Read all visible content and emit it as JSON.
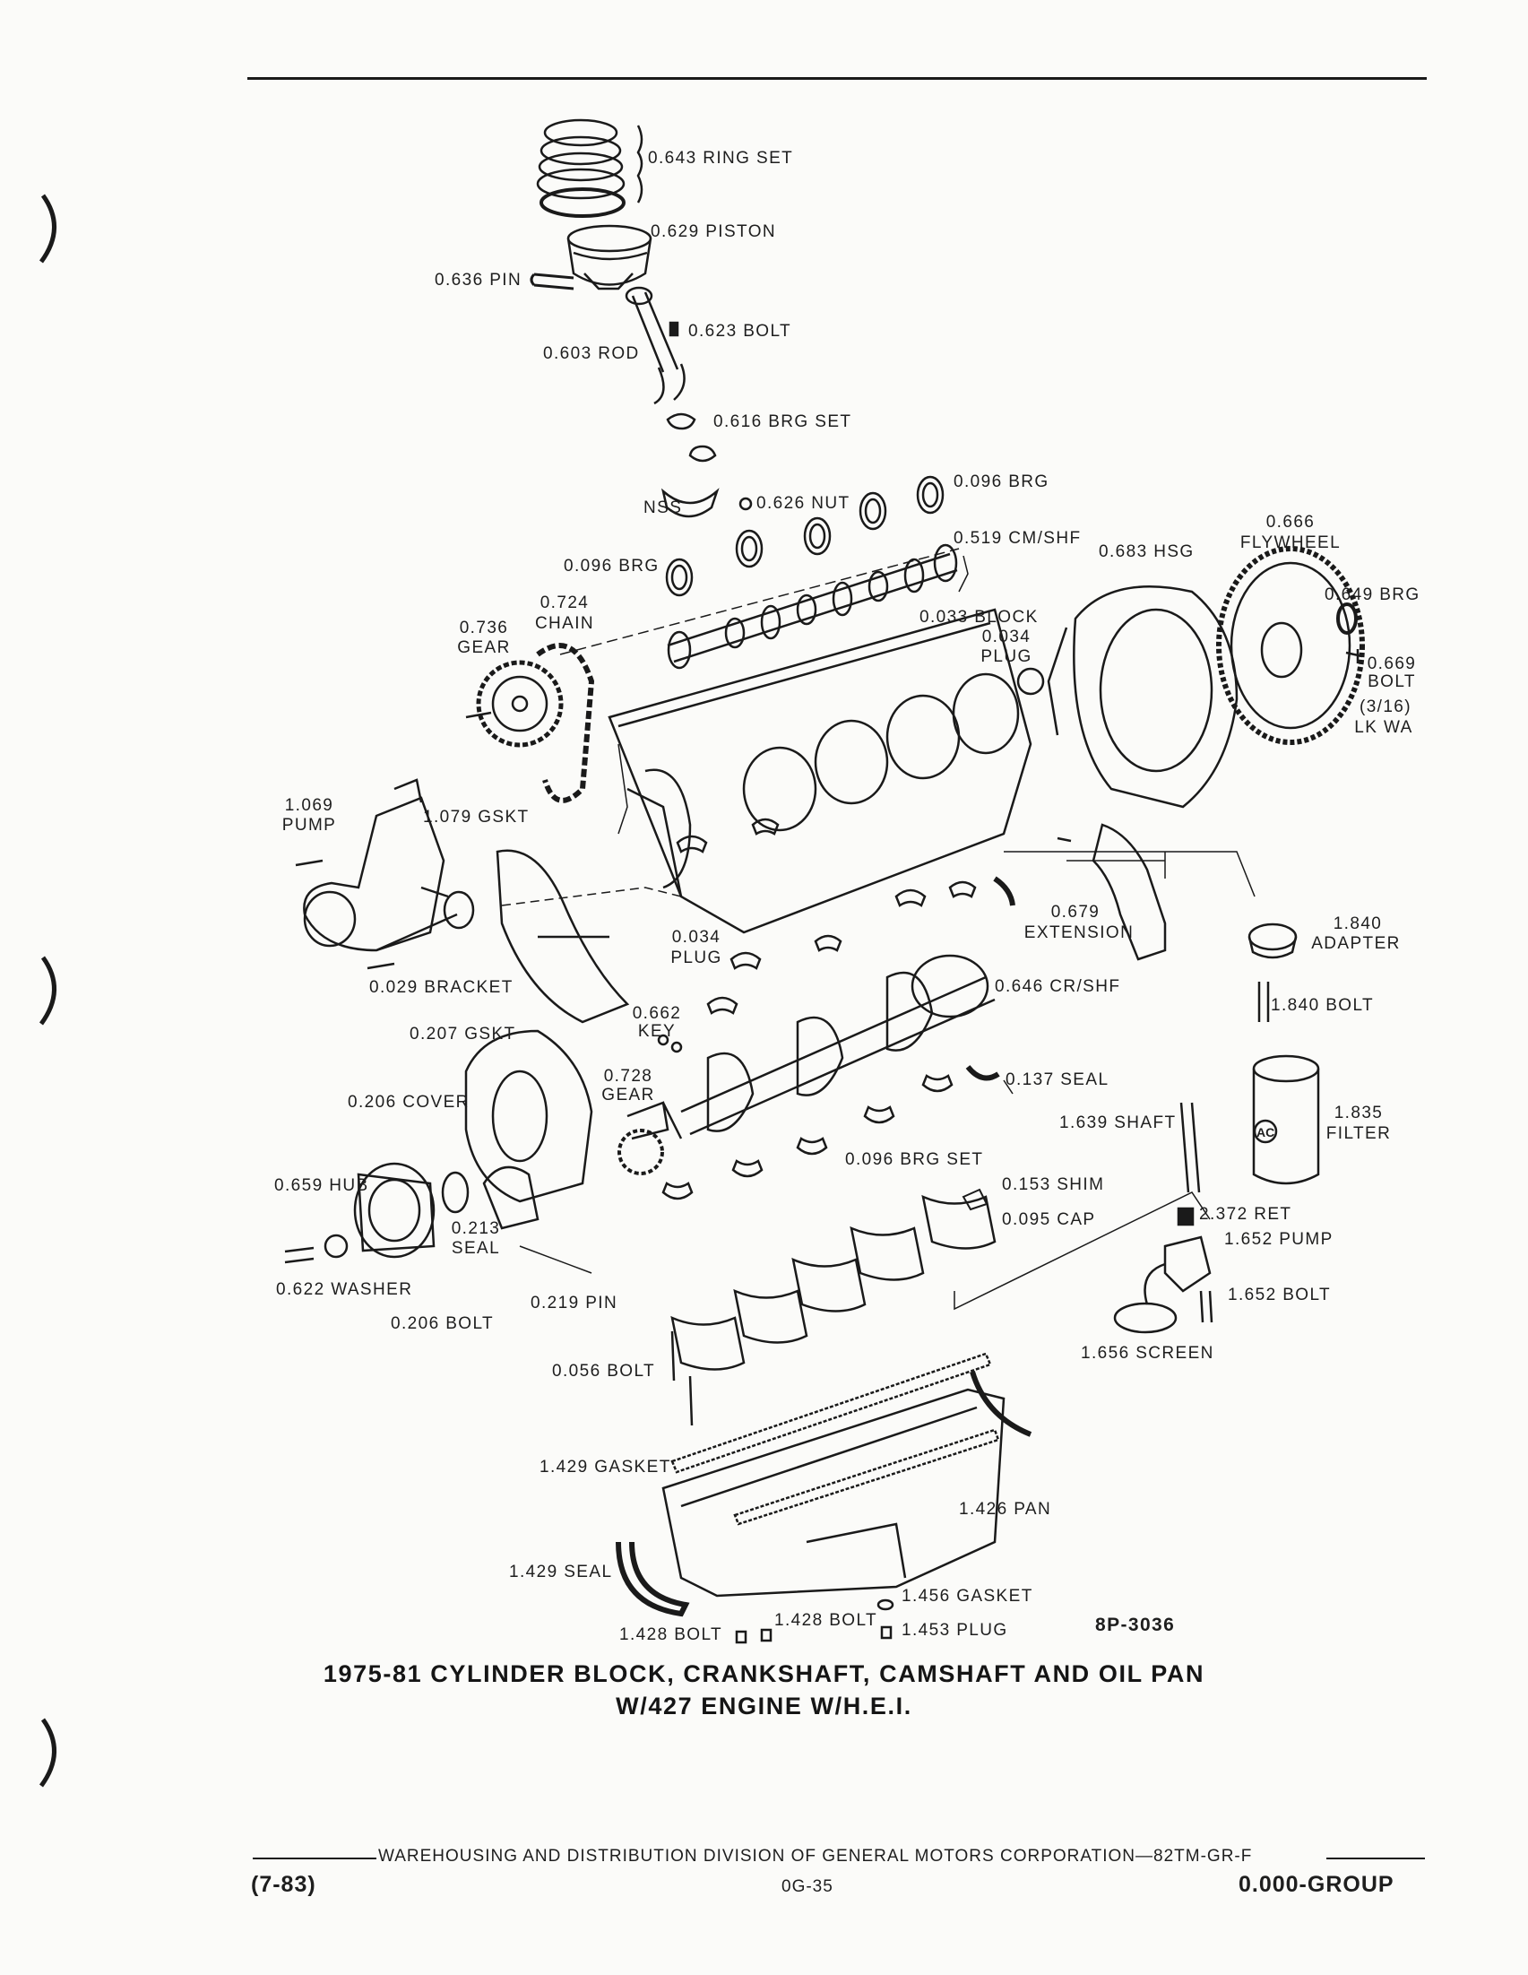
{
  "diagram_code": "8P-3036",
  "title_line1": "1975-81 CYLINDER BLOCK, CRANKSHAFT, CAMSHAFT AND OIL PAN",
  "title_line2": "W/427 ENGINE W/H.E.I.",
  "footer": {
    "publisher": "WAREHOUSING AND DISTRIBUTION DIVISION OF GENERAL MOTORS CORPORATION—82TM-GR-F",
    "date_code": "(7-83)",
    "page_no": "0G-35",
    "group": "0.000-GROUP"
  },
  "parts": {
    "ring_set": "0.643 RING SET",
    "piston": "0.629 PISTON",
    "pin": "0.636 PIN",
    "bolt_623": "0.623 BOLT",
    "rod": "0.603 ROD",
    "brg_set_616": "0.616 BRG SET",
    "nss": "NSS",
    "nut_626": "0.626 NUT",
    "brg_096_top": "0.096 BRG",
    "cm_shf": "0.519 CM/SHF",
    "brg_096_left": "0.096 BRG",
    "hsg": "0.683 HSG",
    "flywheel_no": "0.666",
    "flywheel": "FLYWHEEL",
    "brg_649": "0.649 BRG",
    "chain_no": "0.724",
    "chain": "CHAIN",
    "gear_no": "0.736",
    "gear": "GEAR",
    "block": "0.033 BLOCK",
    "plug_no": "0.034",
    "plug": "PLUG",
    "bolt_669_no": "0.669",
    "bolt_669": "BOLT",
    "lk_wa_size": "(3/16)",
    "lk_wa": "LK WA",
    "pump_no": "1.069",
    "pump": "PUMP",
    "gskt_079": "1.079 GSKT",
    "extension_no": "0.679",
    "extension": "EXTENSION",
    "adapter_no": "1.840",
    "adapter": "ADAPTER",
    "plug2_no": "0.034",
    "plug2": "PLUG",
    "bracket": "0.029 BRACKET",
    "cr_shf": "0.646 CR/SHF",
    "bolt_840": "1.840 BOLT",
    "key_no": "0.662",
    "key": "KEY",
    "gskt_207": "0.207 GSKT",
    "seal_137": "0.137 SEAL",
    "gear2_no": "0.728",
    "gear2": "GEAR",
    "cover": "0.206 COVER",
    "shaft": "1.639 SHAFT",
    "filter_no": "1.835",
    "filter": "FILTER",
    "filter_mark": "AC",
    "brg_set_096": "0.096 BRG SET",
    "hub": "0.659 HUB",
    "shim": "0.153 SHIM",
    "seal_213_no": "0.213",
    "seal_213": "SEAL",
    "cap": "0.095 CAP",
    "ret": "2.372 RET",
    "pump_652": "1.652 PUMP",
    "washer": "0.622 WASHER",
    "bolt_652": "1.652 BOLT",
    "pin_219": "0.219 PIN",
    "bolt_206": "0.206 BOLT",
    "screen": "1.656 SCREEN",
    "bolt_056": "0.056 BOLT",
    "gasket_429": "1.429 GASKET",
    "pan": "1.426 PAN",
    "seal_429": "1.429 SEAL",
    "gasket_456": "1.456 GASKET",
    "bolt_428a": "1.428 BOLT",
    "bolt_428b": "1.428 BOLT",
    "plug_453": "1.453 PLUG"
  }
}
